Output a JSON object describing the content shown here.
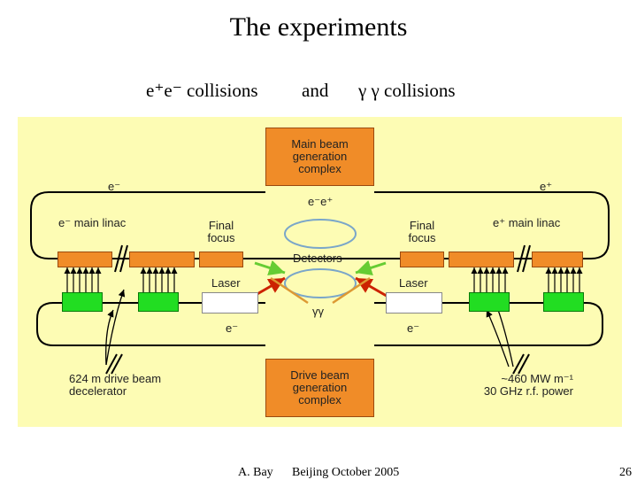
{
  "slide": {
    "title": "The experiments",
    "subtitle_left": "e⁺e⁻ collisions",
    "subtitle_and": "and",
    "subtitle_right": "γ γ collisions"
  },
  "diagram": {
    "main_beam_box": "Main beam\ngeneration\ncomplex",
    "drive_beam_box": "Drive beam\ngeneration\ncomplex",
    "e_minus_top": "e⁻",
    "e_plus_top": "e⁺",
    "ee_center": "e⁻e⁺",
    "e_minus_linac": "e⁻ main linac",
    "e_plus_linac": "e⁺ main linac",
    "final_focus_left": "Final\nfocus",
    "final_focus_right": "Final\nfocus",
    "detectors": "Detectors",
    "laser_left": "Laser",
    "laser_right": "Laser",
    "gamma_gamma": "γγ",
    "e_minus_low_left": "e⁻",
    "e_minus_low_right": "e⁻",
    "decelerator_note": "624 m drive beam\ndecelerator",
    "power_note": "~460 MW m⁻¹\n30 GHz r.f. power",
    "colors": {
      "background": "#fdfcb4",
      "orange_box": "#f08c28",
      "green_box": "#22dd22",
      "green_arrow": "#66cc33",
      "red_arrow": "#cc2200",
      "orange_arrow": "#dd9933"
    }
  },
  "footer": {
    "author": "A. Bay",
    "event": "Beijing October 2005",
    "page": "26"
  }
}
